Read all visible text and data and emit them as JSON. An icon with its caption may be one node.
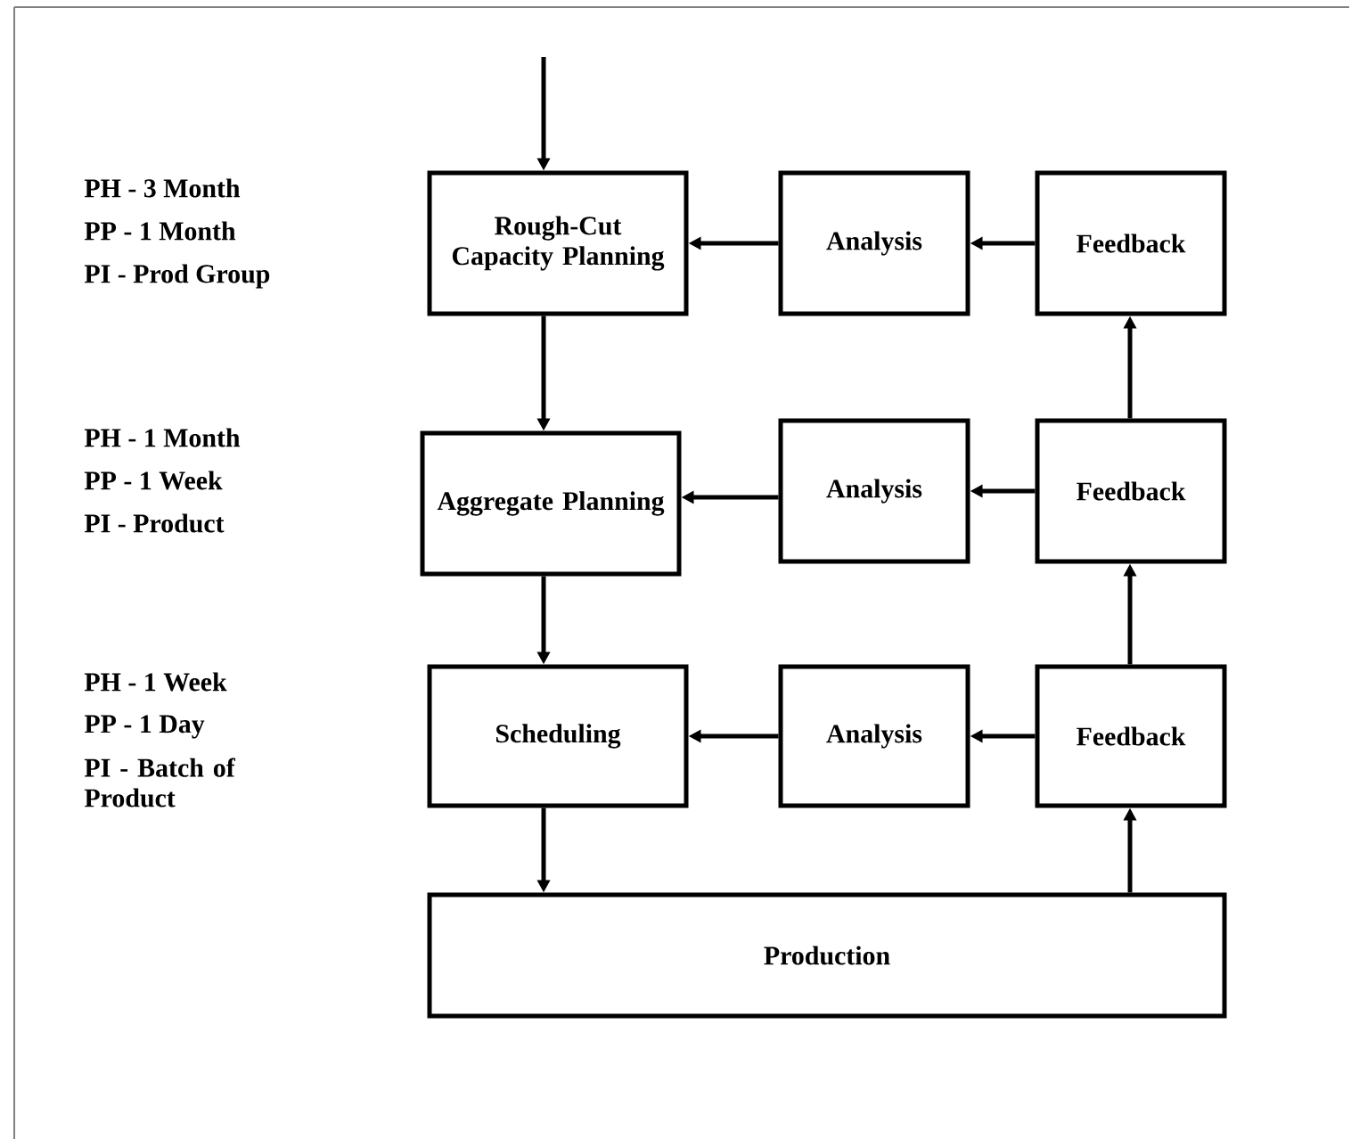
{
  "diagram": {
    "nodes": [
      {
        "text": [
          "Rough-Cut Capacity Planning"
        ]
      },
      {
        "text": [
          "Analysis"
        ]
      },
      {
        "text": [
          "Feedback"
        ]
      },
      {
        "text": [
          "Aggregate Planning"
        ]
      },
      {
        "text": [
          "Analysis"
        ]
      },
      {
        "text": [
          "Feedback"
        ]
      },
      {
        "text": [
          "Scheduling"
        ]
      },
      {
        "text": [
          "Analysis"
        ]
      },
      {
        "text": [
          "Feedback"
        ]
      },
      {
        "text": [
          "Production"
        ]
      }
    ],
    "edges": [
      {
        "from": null,
        "to": 0,
        "arrow": "to"
      },
      {
        "from": 0,
        "to": 3,
        "arrow": "to"
      },
      {
        "from": 3,
        "to": 6,
        "arrow": "to"
      },
      {
        "from": 6,
        "to": 9,
        "arrow": "to"
      },
      {
        "from": 1,
        "to": 0,
        "arrow": "to"
      },
      {
        "from": 2,
        "to": 1,
        "arrow": "to"
      },
      {
        "from": 4,
        "to": 3,
        "arrow": "to"
      },
      {
        "from": 5,
        "to": 4,
        "arrow": "to"
      },
      {
        "from": 7,
        "to": 6,
        "arrow": "to"
      },
      {
        "from": 8,
        "to": 7,
        "arrow": "to"
      },
      {
        "from": 9,
        "to": 8,
        "arrow": "to"
      },
      {
        "from": 8,
        "to": 5,
        "arrow": "to"
      },
      {
        "from": 5,
        "to": 2,
        "arrow": "to"
      }
    ],
    "labels": [
      "PH - 3 Month",
      "PP - 1 Month",
      "PI - Prod Group",
      "PH - 1 Month",
      "PP - 1 Week",
      "PI - Product",
      "PH - 1 Week",
      "PP - 1 Day",
      "PI - Batch of Product"
    ]
  }
}
